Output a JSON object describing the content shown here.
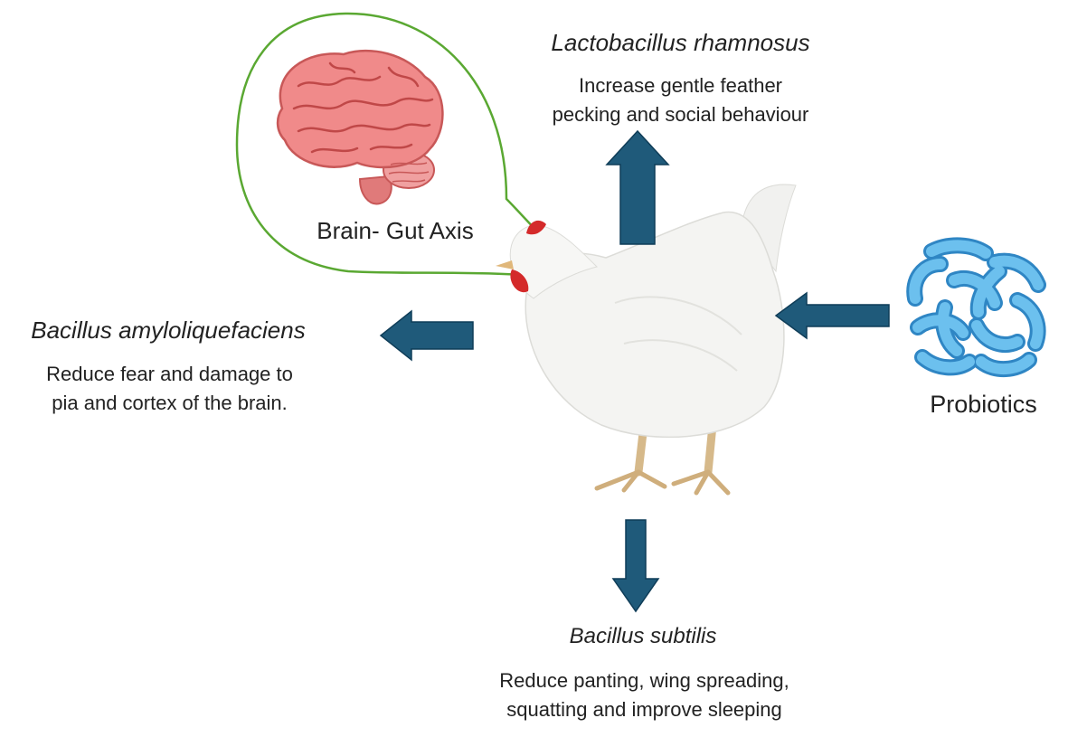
{
  "bubble": {
    "label": "Brain- Gut Axis",
    "icon": "brain-icon",
    "border_color": "#5aa832"
  },
  "probiotics": {
    "label": "Probiotics",
    "icon": "bacteria-icon",
    "color": "#4fa3d9"
  },
  "center": {
    "icon": "chicken-icon"
  },
  "arrow_color": "#1f5a7a",
  "effects": {
    "top": {
      "species": "Lactobacillus rhamnosus",
      "lines": [
        "Increase gentle feather",
        "pecking and social behaviour"
      ]
    },
    "left": {
      "species": "Bacillus amyloliquefaciens",
      "lines": [
        "Reduce fear and damage to",
        "pia and cortex of the brain."
      ]
    },
    "bottom": {
      "species": "Bacillus subtilis",
      "lines": [
        "Reduce panting, wing spreading,",
        "squatting and improve sleeping"
      ]
    }
  }
}
